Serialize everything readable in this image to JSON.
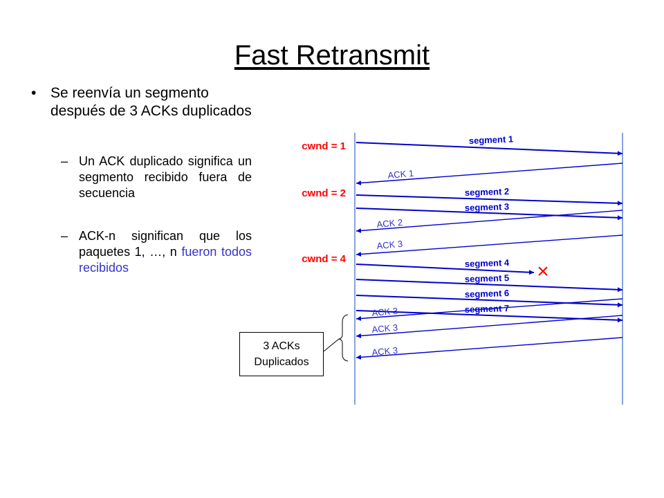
{
  "title": "Fast Retransmit",
  "bullet_main": "Se reenvía un segmento después de 3 ACKs duplicados",
  "sub_bullets": [
    {
      "text": "Un ACK duplicado significa un segmento recibido fuera de secuencia"
    },
    {
      "text_part1": "ACK-n significan que los paquetes 1, …, n",
      "text_part2": "fueron todos recibidos"
    }
  ],
  "diagram": {
    "cwnd_labels": [
      "cwnd = 1",
      "cwnd = 2",
      "cwnd = 4"
    ],
    "segments": [
      "segment 1",
      "segment 2",
      "segment 3",
      "segment 4",
      "segment 5",
      "segment 6",
      "segment 7"
    ],
    "acks": [
      "ACK 1",
      "ACK 2",
      "ACK 3",
      "ACK 3",
      "ACK 3",
      "ACK 3"
    ],
    "lost_marker": "×",
    "colors": {
      "arrow": "#0000cc",
      "cwnd": "#ff0000",
      "ack_label": "#3333cc",
      "loss": "#ff0000"
    }
  },
  "callout": {
    "line1": "3 ACKs",
    "line2": "Duplicados"
  }
}
